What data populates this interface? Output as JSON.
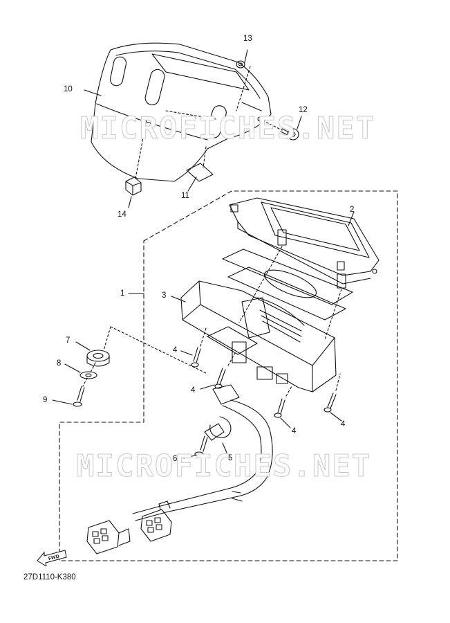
{
  "watermark": "MICROFICHES.NET",
  "drawing_code": "27D1110-K380",
  "fwd_label": "FWD",
  "callouts": {
    "c1": "1",
    "c2": "2",
    "c3": "3",
    "c4a": "4",
    "c4b": "4",
    "c4c": "4",
    "c4d": "4",
    "c5": "5",
    "c6": "6",
    "c7": "7",
    "c8": "8",
    "c9": "9",
    "c10": "10",
    "c11": "11",
    "c12": "12",
    "c13": "13",
    "c14": "14"
  }
}
